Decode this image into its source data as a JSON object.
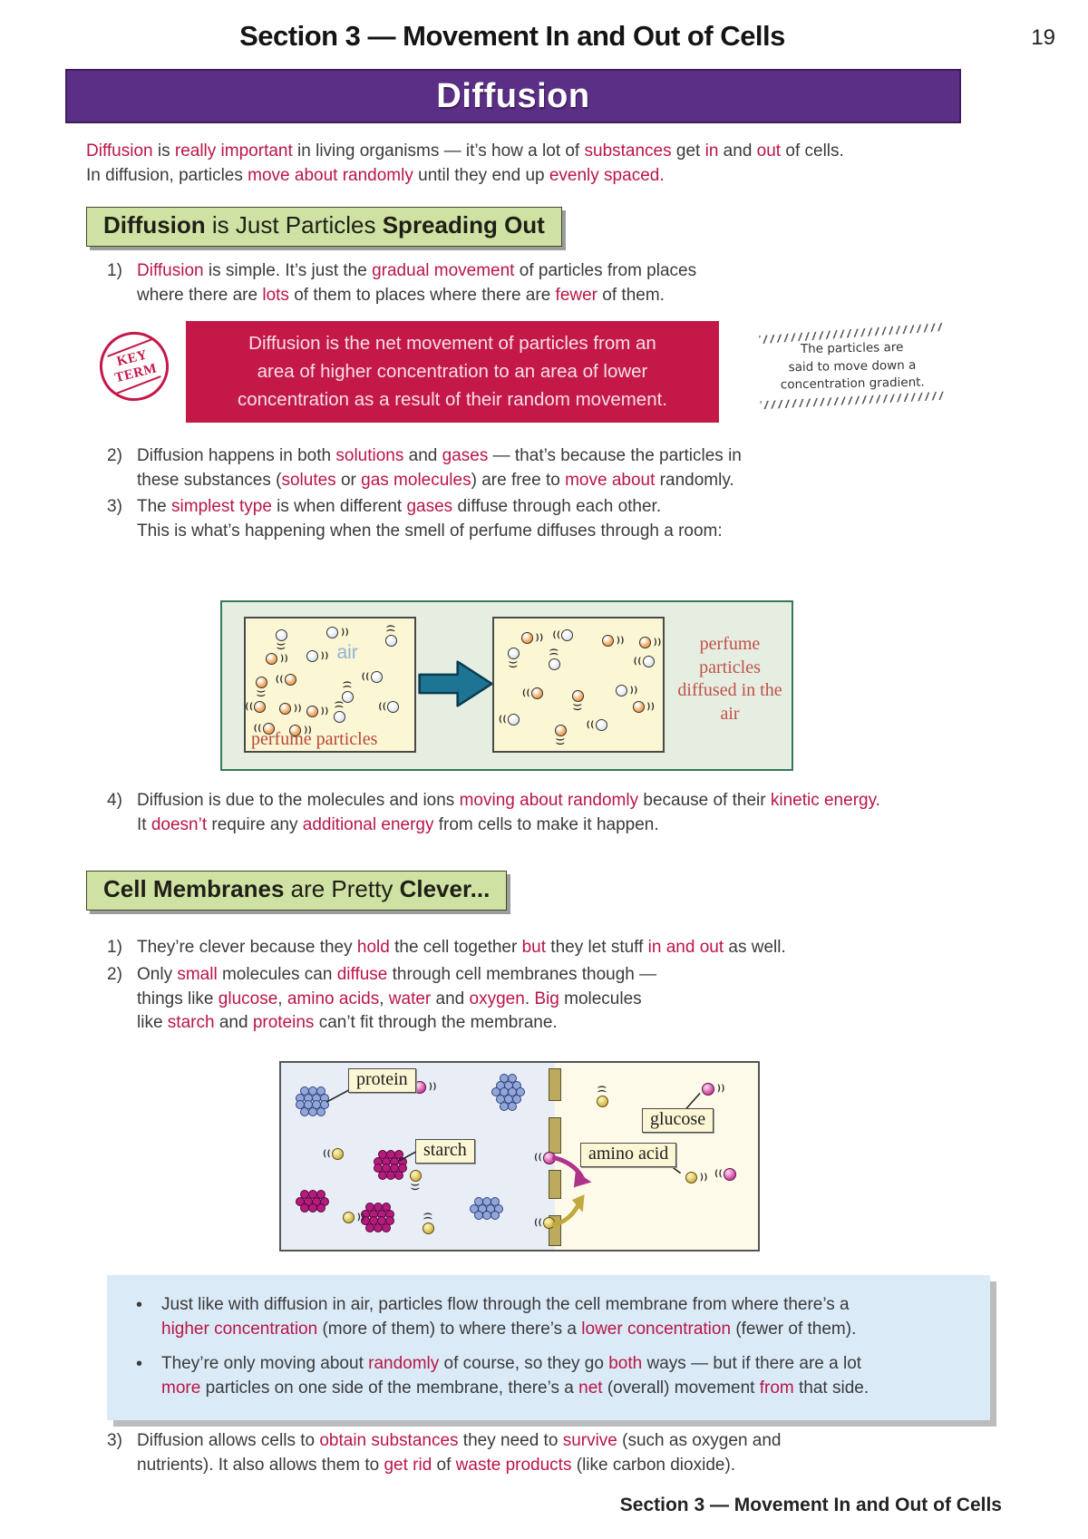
{
  "palette": {
    "purple": "#5c2f87",
    "crimson": "#b91646",
    "hdg": "#cfe2a3",
    "ktbg": "#c41849",
    "bluebg": "#dbeaf7",
    "teal": "#1d7493",
    "diaggreen": "#e6eee2",
    "cream": "#fbf6d3",
    "capred": "#b5473c"
  },
  "header": {
    "title": "Section 3 — Movement In and Out of Cells",
    "page_number": "19"
  },
  "banner": {
    "title": "Diffusion"
  },
  "intro": {
    "text": [
      {
        "t": "Diffusion",
        "c": "red"
      },
      {
        "t": " is "
      },
      {
        "t": "really important",
        "c": "red"
      },
      {
        "t": " in living organisms — it’s how a lot of "
      },
      {
        "t": "substances",
        "c": "red"
      },
      {
        "t": " get "
      },
      {
        "t": "in",
        "c": "red"
      },
      {
        "t": " and "
      },
      {
        "t": "out",
        "c": "red"
      },
      {
        "t": " of cells."
      },
      {
        "br": true
      },
      {
        "t": "In diffusion, particles "
      },
      {
        "t": "move about randomly",
        "c": "red"
      },
      {
        "t": " until they end up "
      },
      {
        "t": "evenly spaced.",
        "c": "red"
      }
    ]
  },
  "section1": {
    "heading": [
      {
        "t": "Diffusion",
        "b": true
      },
      {
        "t": " is Just Particles "
      },
      {
        "t": "Spreading Out",
        "b": true
      }
    ],
    "items": [
      {
        "num": "1)",
        "text": [
          {
            "t": "Diffusion",
            "c": "red"
          },
          {
            "t": " is simple.  It’s just the "
          },
          {
            "t": "gradual movement",
            "c": "red"
          },
          {
            "t": " of particles from places"
          },
          {
            "br": true
          },
          {
            "t": "where there are "
          },
          {
            "t": "lots",
            "c": "red"
          },
          {
            "t": " of them to places where there are "
          },
          {
            "t": "fewer",
            "c": "red"
          },
          {
            "t": " of them."
          }
        ]
      },
      {
        "num": "2)",
        "text": [
          {
            "t": "Diffusion happens in both "
          },
          {
            "t": "solutions",
            "c": "red"
          },
          {
            "t": " and "
          },
          {
            "t": "gases",
            "c": "red"
          },
          {
            "t": " — that’s because the particles in"
          },
          {
            "br": true
          },
          {
            "t": "these substances ("
          },
          {
            "t": "solutes",
            "c": "red"
          },
          {
            "t": " or "
          },
          {
            "t": "gas molecules",
            "c": "red"
          },
          {
            "t": ") are free to "
          },
          {
            "t": "move about",
            "c": "red"
          },
          {
            "t": " randomly."
          }
        ]
      },
      {
        "num": "3)",
        "text": [
          {
            "t": "The "
          },
          {
            "t": "simplest type",
            "c": "red"
          },
          {
            "t": " is when different "
          },
          {
            "t": "gases",
            "c": "red"
          },
          {
            "t": " diffuse through each other."
          },
          {
            "br": true
          },
          {
            "t": "This is what’s happening when the smell of perfume diffuses through a room:"
          }
        ]
      },
      {
        "num": "4)",
        "text": [
          {
            "t": "Diffusion is due to the molecules and ions "
          },
          {
            "t": "moving about randomly",
            "c": "red"
          },
          {
            "t": " because of their "
          },
          {
            "t": "kinetic energy.",
            "c": "red"
          },
          {
            "br": true
          },
          {
            "t": "It "
          },
          {
            "t": "doesn’t",
            "c": "red"
          },
          {
            "t": " require any "
          },
          {
            "t": "additional energy",
            "c": "red"
          },
          {
            "t": " from cells to make it happen."
          }
        ]
      }
    ]
  },
  "keyterm": {
    "stamp_lines": [
      "KEY",
      "TERM"
    ],
    "text": [
      {
        "t": "Diffusion is the net movement of particles from an"
      },
      {
        "br": true
      },
      {
        "t": "area of higher concentration to an area of lower"
      },
      {
        "br": true
      },
      {
        "t": "concentration as a result of their random movement."
      }
    ]
  },
  "note": {
    "text": [
      {
        "t": "The particles are"
      },
      {
        "br": true
      },
      {
        "t": "said to move down a"
      },
      {
        "br": true
      },
      {
        "t": "concentration gradient."
      }
    ]
  },
  "diagram1": {
    "air_label": "air",
    "left_caption": "perfume particles",
    "right_caption": "perfume particles diffused in the air"
  },
  "section2": {
    "heading": [
      {
        "t": "Cell Membranes",
        "b": true
      },
      {
        "t": " are Pretty "
      },
      {
        "t": "Clever...",
        "b": true
      }
    ],
    "items": [
      {
        "num": "1)",
        "text": [
          {
            "t": "They’re clever because they "
          },
          {
            "t": "hold",
            "c": "red"
          },
          {
            "t": " the cell together "
          },
          {
            "t": "but",
            "c": "red"
          },
          {
            "t": " they let stuff "
          },
          {
            "t": "in and out",
            "c": "red"
          },
          {
            "t": " as well."
          }
        ]
      },
      {
        "num": "2)",
        "text": [
          {
            "t": "Only "
          },
          {
            "t": "small",
            "c": "red"
          },
          {
            "t": " molecules can "
          },
          {
            "t": "diffuse",
            "c": "red"
          },
          {
            "t": " through cell membranes though —"
          },
          {
            "br": true
          },
          {
            "t": "things like "
          },
          {
            "t": "glucose",
            "c": "red"
          },
          {
            "t": ", "
          },
          {
            "t": "amino acids",
            "c": "red"
          },
          {
            "t": ", "
          },
          {
            "t": "water",
            "c": "red"
          },
          {
            "t": " and "
          },
          {
            "t": "oxygen",
            "c": "red"
          },
          {
            "t": ".  "
          },
          {
            "t": "Big",
            "c": "red"
          },
          {
            "t": " molecules"
          },
          {
            "br": true
          },
          {
            "t": "like "
          },
          {
            "t": "starch",
            "c": "red"
          },
          {
            "t": " and "
          },
          {
            "t": "proteins",
            "c": "red"
          },
          {
            "t": " can’t fit through the membrane."
          }
        ]
      },
      {
        "num": "3)",
        "text": [
          {
            "t": "Diffusion allows cells to "
          },
          {
            "t": "obtain substances",
            "c": "red"
          },
          {
            "t": " they need to "
          },
          {
            "t": "survive",
            "c": "red"
          },
          {
            "t": " (such as oxygen and"
          },
          {
            "br": true
          },
          {
            "t": "nutrients).  It also allows them to "
          },
          {
            "t": "get rid",
            "c": "red"
          },
          {
            "t": " of "
          },
          {
            "t": "waste products",
            "c": "red"
          },
          {
            "t": " (like carbon dioxide)."
          }
        ]
      }
    ]
  },
  "diagram2": {
    "labels": {
      "protein": "protein",
      "starch": "starch",
      "glucose": "glucose",
      "amino": "amino acid"
    }
  },
  "blue_box": {
    "bullet_char": "•",
    "items": [
      [
        {
          "t": "Just like with diffusion in air, particles flow through the cell membrane from where there’s a"
        },
        {
          "br": true
        },
        {
          "t": "higher concentration",
          "c": "red"
        },
        {
          "t": " (more of them) to where there’s a "
        },
        {
          "t": "lower concentration",
          "c": "red"
        },
        {
          "t": " (fewer of them)."
        }
      ],
      [
        {
          "t": "They’re only moving about "
        },
        {
          "t": "randomly",
          "c": "red"
        },
        {
          "t": " of course, so they go "
        },
        {
          "t": "both",
          "c": "red"
        },
        {
          "t": " ways — but if there are a lot"
        },
        {
          "br": true
        },
        {
          "t": "more",
          "c": "red"
        },
        {
          "t": " particles on one side of the membrane, there’s a "
        },
        {
          "t": "net",
          "c": "red"
        },
        {
          "t": " (overall) movement "
        },
        {
          "t": "from",
          "c": "red"
        },
        {
          "t": " that side."
        }
      ]
    ]
  },
  "footer": {
    "text": "Section 3 — Movement In and Out of Cells"
  }
}
